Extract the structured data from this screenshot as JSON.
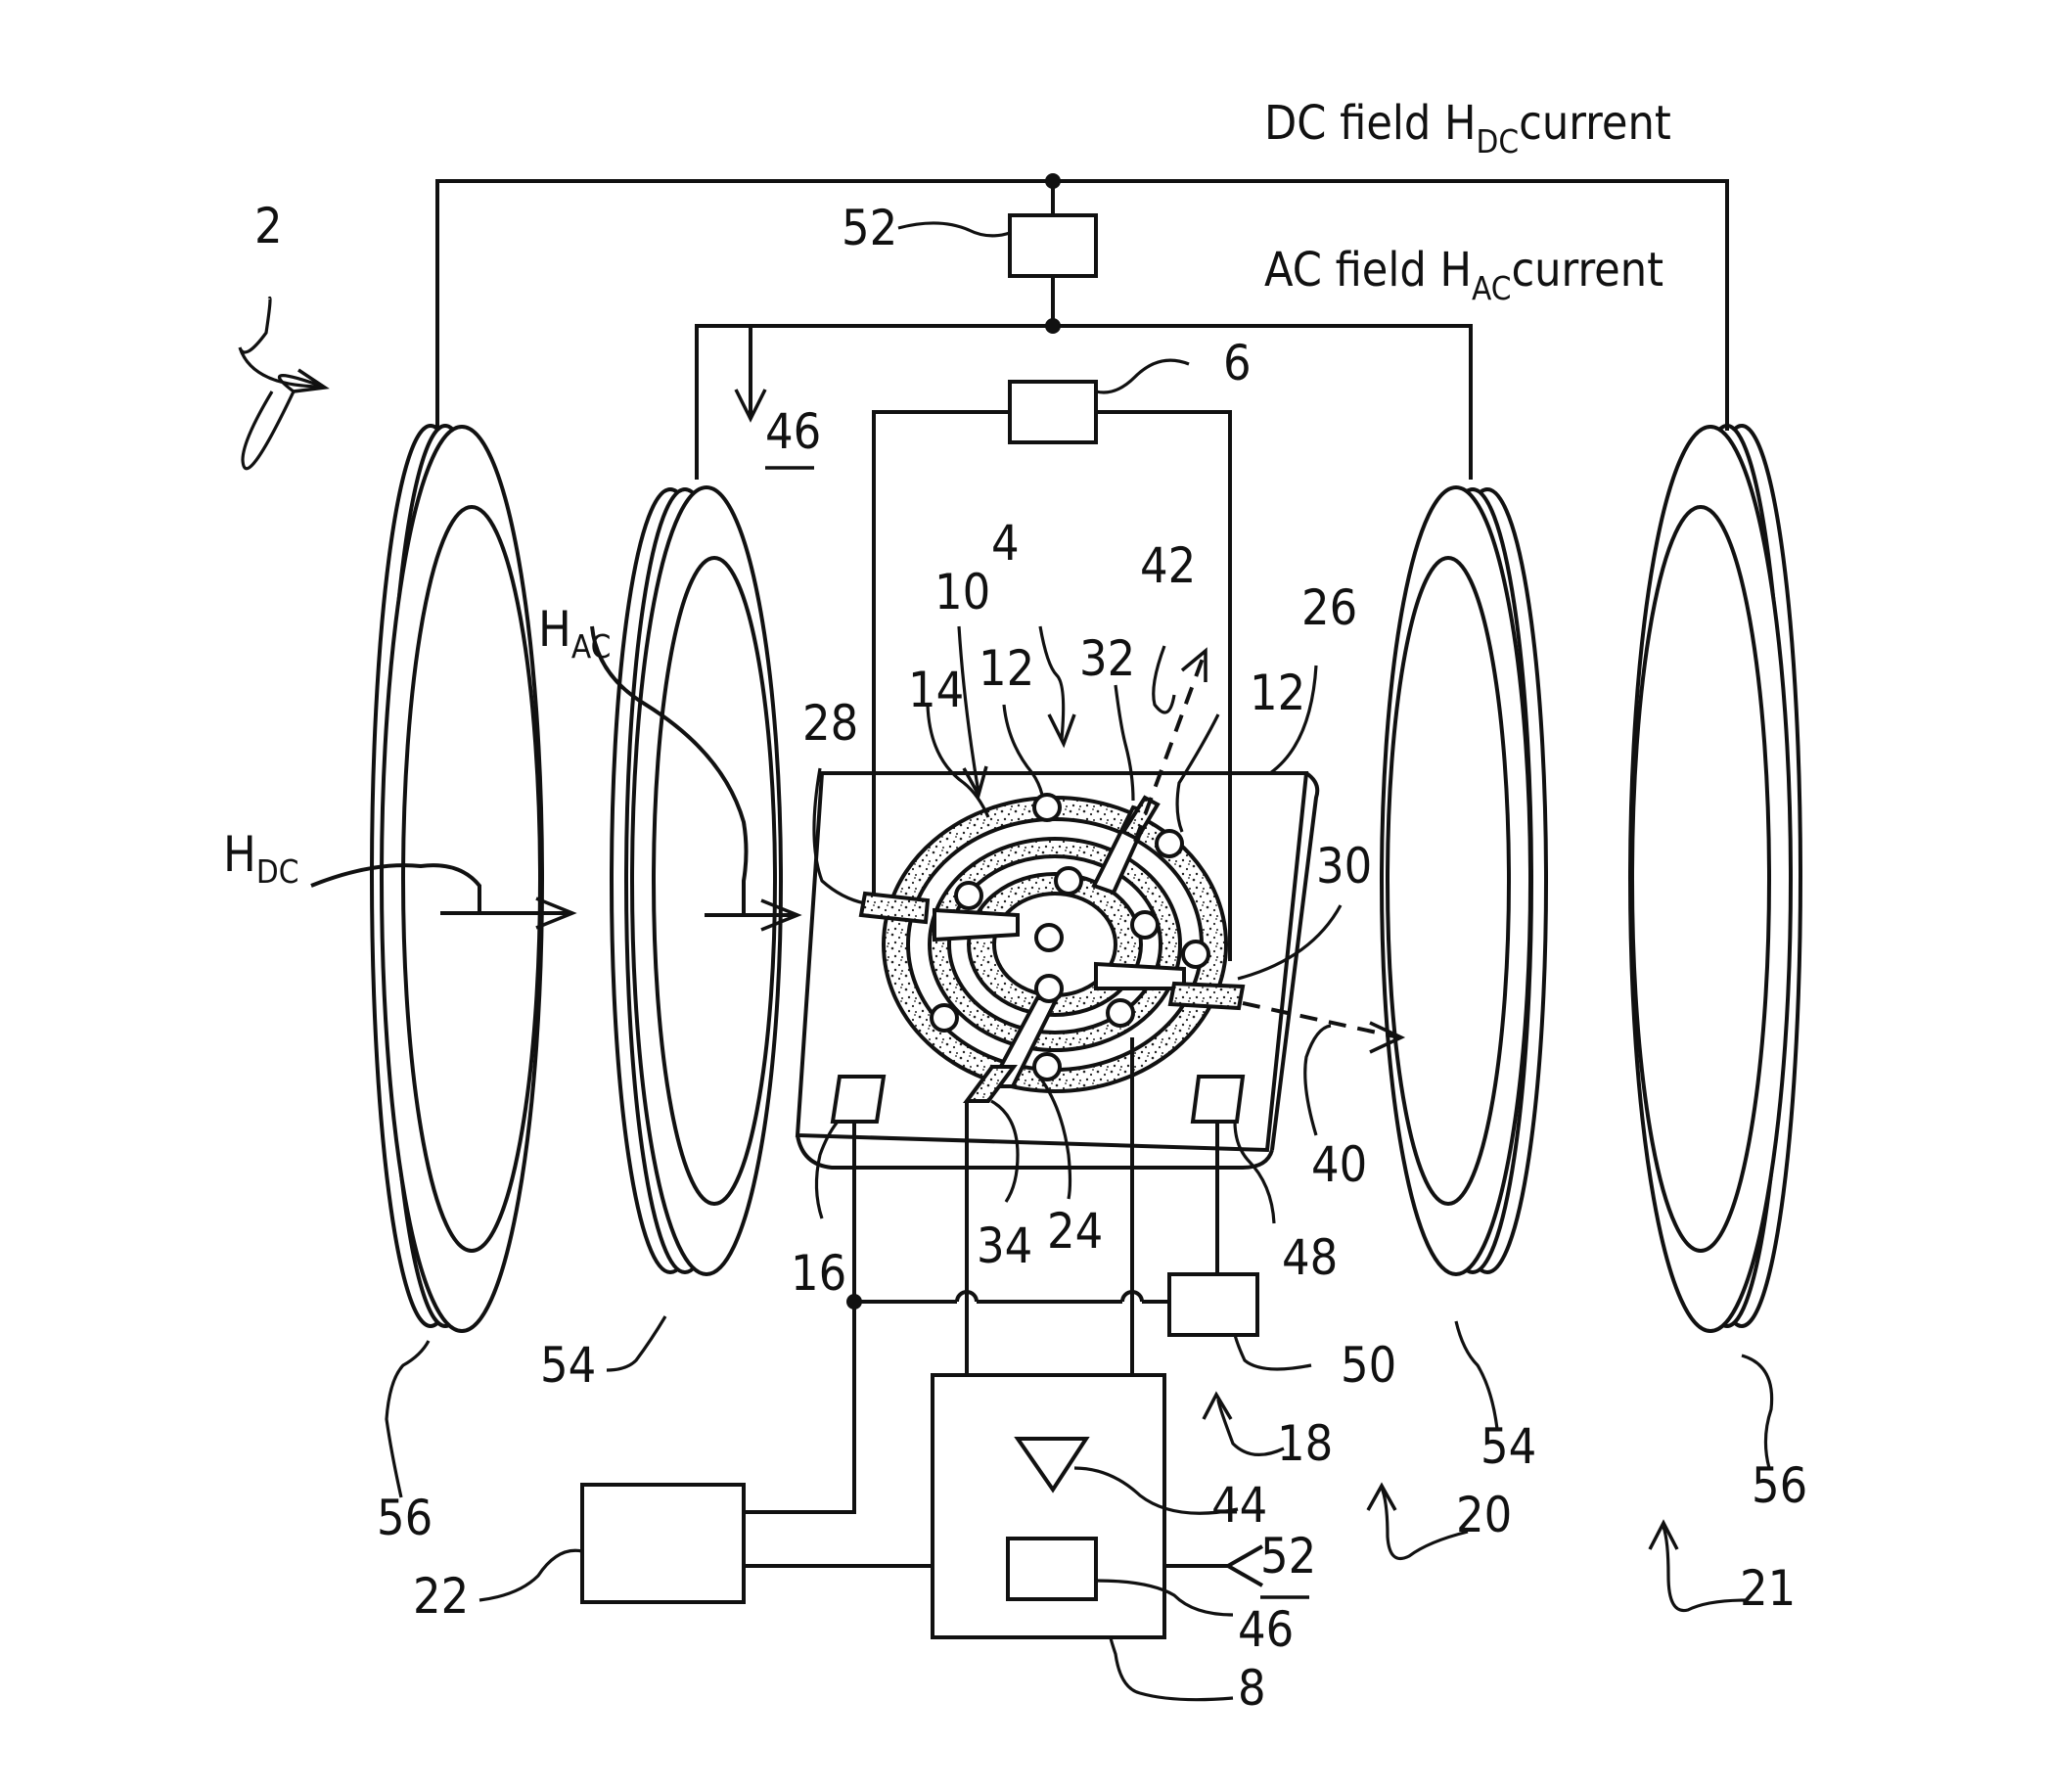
{
  "header": {
    "dc_prefix": "DC field H",
    "dc_sub": "DC",
    "dc_suffix": "current",
    "ac_prefix": "AC field H",
    "ac_sub": "AC",
    "ac_suffix": "current"
  },
  "fields": {
    "hdc_main": "H",
    "hdc_sub": "DC",
    "hac_main": "H",
    "hac_sub": "AC"
  },
  "labels": {
    "n2": "2",
    "n4": "4",
    "n6": "6",
    "n8": "8",
    "n10": "10",
    "n12a": "12",
    "n12b": "12",
    "n14": "14",
    "n16": "16",
    "n18": "18",
    "n20": "20",
    "n21": "21",
    "n22": "22",
    "n24": "24",
    "n26": "26",
    "n28": "28",
    "n30": "30",
    "n32": "32",
    "n34": "34",
    "n40": "40",
    "n42": "42",
    "n44": "44",
    "n46_top": "46",
    "n46_bottom": "46",
    "n48": "48",
    "n50": "50",
    "n52_top": "52",
    "n52_bottom": "52",
    "n54_left": "54",
    "n54_right": "54",
    "n56_left": "56",
    "n56_right": "56"
  }
}
